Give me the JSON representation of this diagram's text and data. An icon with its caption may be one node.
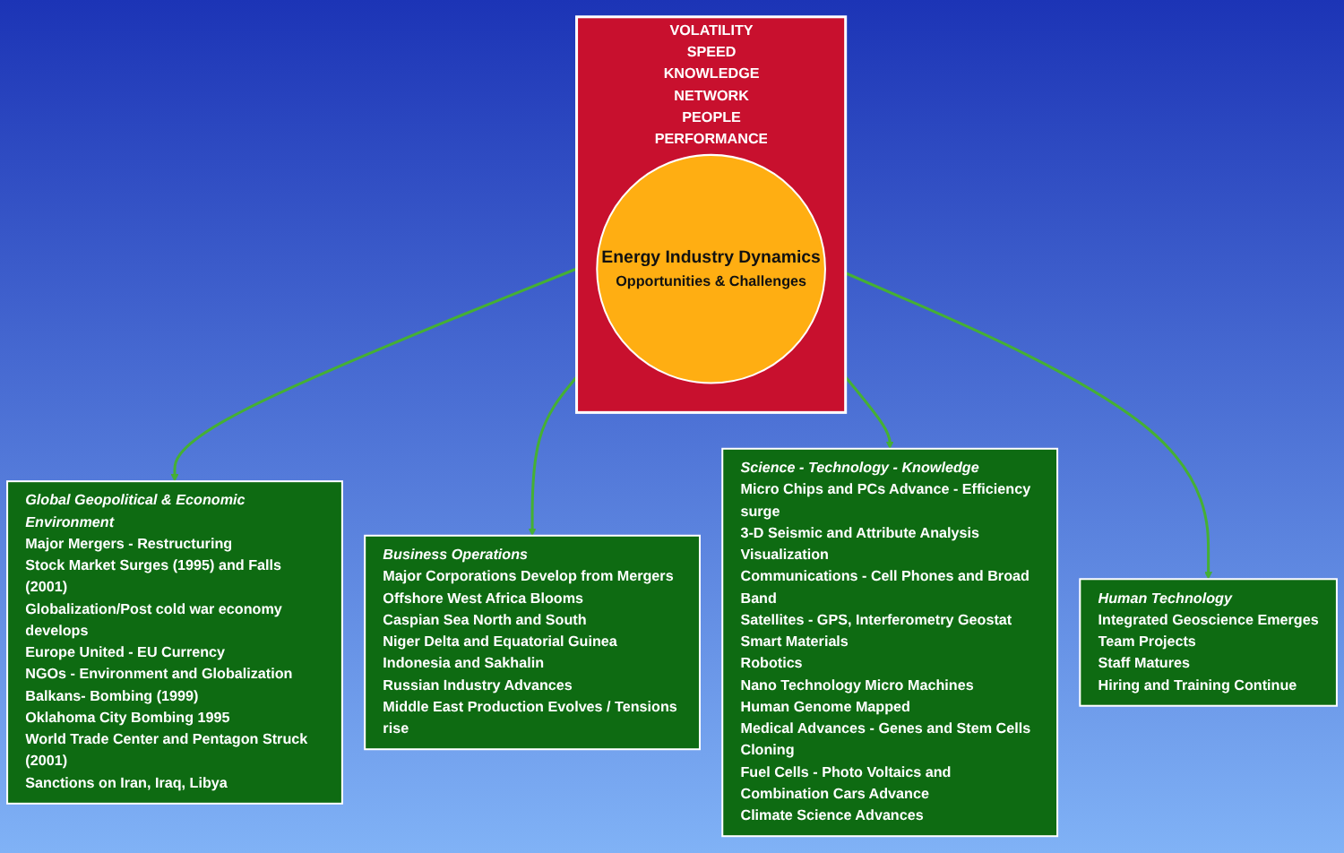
{
  "diagram": {
    "nodes": [
      {
        "text": [
          "Global Geopolitical & Economic Environment",
          "Major Mergers - Restructuring",
          "Stock Market Surges (1995) and Falls (2001)",
          "Globalization/Post cold war economy develops",
          "Europe United - EU Currency",
          "NGOs - Environment and Globalization",
          "Balkans- Bombing (1999)",
          "Oklahoma City Bombing 1995",
          "World Trade Center and Pentagon Struck (2001)",
          "Sanctions on Iran, Iraq, Libya"
        ]
      },
      {
        "text": [
          "VOLATILITY",
          "SPEED",
          "KNOWLEDGE",
          "NETWORK",
          "PEOPLE",
          "PERFORMANCE"
        ]
      },
      {
        "text": [
          "Energy Industry Dynamics",
          "Opportunities & Challenges"
        ],
        "in": 1
      },
      {
        "text": [
          "Science - Technology - Knowledge",
          "Micro Chips and PCs Advance - Efficiency surge",
          "3-D Seismic and Attribute Analysis",
          "Visualization",
          "Communications - Cell Phones and Broad Band",
          "Satellites - GPS, Interferometry Geostat",
          "Smart Materials",
          "Robotics",
          "Nano Technology Micro Machines",
          "Human Genome Mapped",
          "Medical Advances - Genes and Stem Cells",
          "Cloning",
          "Fuel Cells - Photo Voltaics and Combination Cars Advance",
          "Climate Science Advances"
        ]
      },
      {
        "text": [
          "Business Operations",
          "Major Corporations Develop from Mergers",
          "Offshore West Africa Blooms",
          "Caspian Sea North and South",
          "Niger Delta and Equatorial Guinea",
          "Indonesia and Sakhalin",
          "Russian Industry Advances",
          "Middle East Production Evolves / Tensions rise"
        ]
      },
      {
        "text": [
          "Human Technology",
          "Integrated Geoscience Emerges",
          "Team Projects",
          "Staff Matures",
          "Hiring and Training Continue"
        ]
      }
    ],
    "edges": [
      {
        "from": 1,
        "to": 0,
        "arrow": "to"
      },
      {
        "from": 1,
        "to": 4,
        "arrow": "to"
      },
      {
        "from": 1,
        "to": 3,
        "arrow": "to"
      },
      {
        "from": 1,
        "to": 5,
        "arrow": "to"
      }
    ]
  }
}
